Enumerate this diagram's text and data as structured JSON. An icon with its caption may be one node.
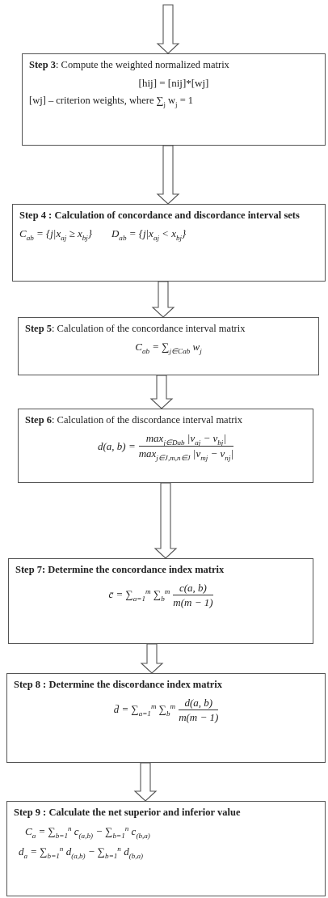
{
  "diagram": {
    "nodes": [
      {
        "text": [
          "**Step 3**: Compute the weighted normalized matrix",
          "[hij] = [nij]*[wj]",
          "[wj] – criterion weights, where ∑$_{j}$ w$_{j}$ = 1"
        ]
      },
      {
        "text": [
          "Step 4 : Calculation of concordance and discordance interval sets",
          "C$_{ab}$ = {j|x$_{aj}$ ≥ x$_{bj}$}",
          "D$_{ab}$ = {j|x$_{aj}$ < x$_{bj}$}"
        ]
      },
      {
        "text": [
          "**Step 5**: Calculation of the concordance interval matrix",
          "C$_{ab}$ = ∑$_{j∈Cab}$ w$_{j}$"
        ]
      },
      {
        "text": [
          "**Step 6**: Calculation of the discordance interval matrix",
          "d(a, b) =",
          "max$_{j∈Dab}$ |v$_{aj}$ − v$_{bj}$|",
          "max$_{j∈J,m,n∈J}$ |v$_{mj}$ − v$_{nj}$|"
        ]
      },
      {
        "text": [
          "Step 7: Determine the concordance index matrix",
          "c̄ = ∑$_{a=1}$$^{m}$ ∑$_{b}$$^{m}$",
          "c(a, b)",
          "m(m − 1)"
        ]
      },
      {
        "text": [
          "Step 8 : Determine the discordance index matrix",
          "d̄ = ∑$_{a=1}$$^{m}$ ∑$_{b}$$^{m}$",
          "d(a, b)",
          "m(m − 1)"
        ]
      },
      {
        "text": [
          "Step 9 : Calculate the net superior and inferior value",
          "C$_{a}$ = ∑$_{b=1}$$^{n}$ c$_{(a,b)}$ − ∑$_{b=1}$$^{n}$ c$_{(b,a)}$",
          "d$_{a}$ = ∑$_{b=1}$$^{n}$ d$_{(a,b)}$ − ∑$_{b=1}$$^{n}$ d$_{(b,a)}$"
        ]
      }
    ],
    "edges": [
      {
        "from": null,
        "to": 0,
        "arrow": "to"
      },
      {
        "from": 0,
        "to": 1,
        "arrow": "to"
      },
      {
        "from": 1,
        "to": 2,
        "arrow": "to"
      },
      {
        "from": 2,
        "to": 3,
        "arrow": "to"
      },
      {
        "from": 3,
        "to": 4,
        "arrow": "to"
      },
      {
        "from": 4,
        "to": 5,
        "arrow": "to"
      },
      {
        "from": 5,
        "to": 6,
        "arrow": "to"
      }
    ]
  }
}
